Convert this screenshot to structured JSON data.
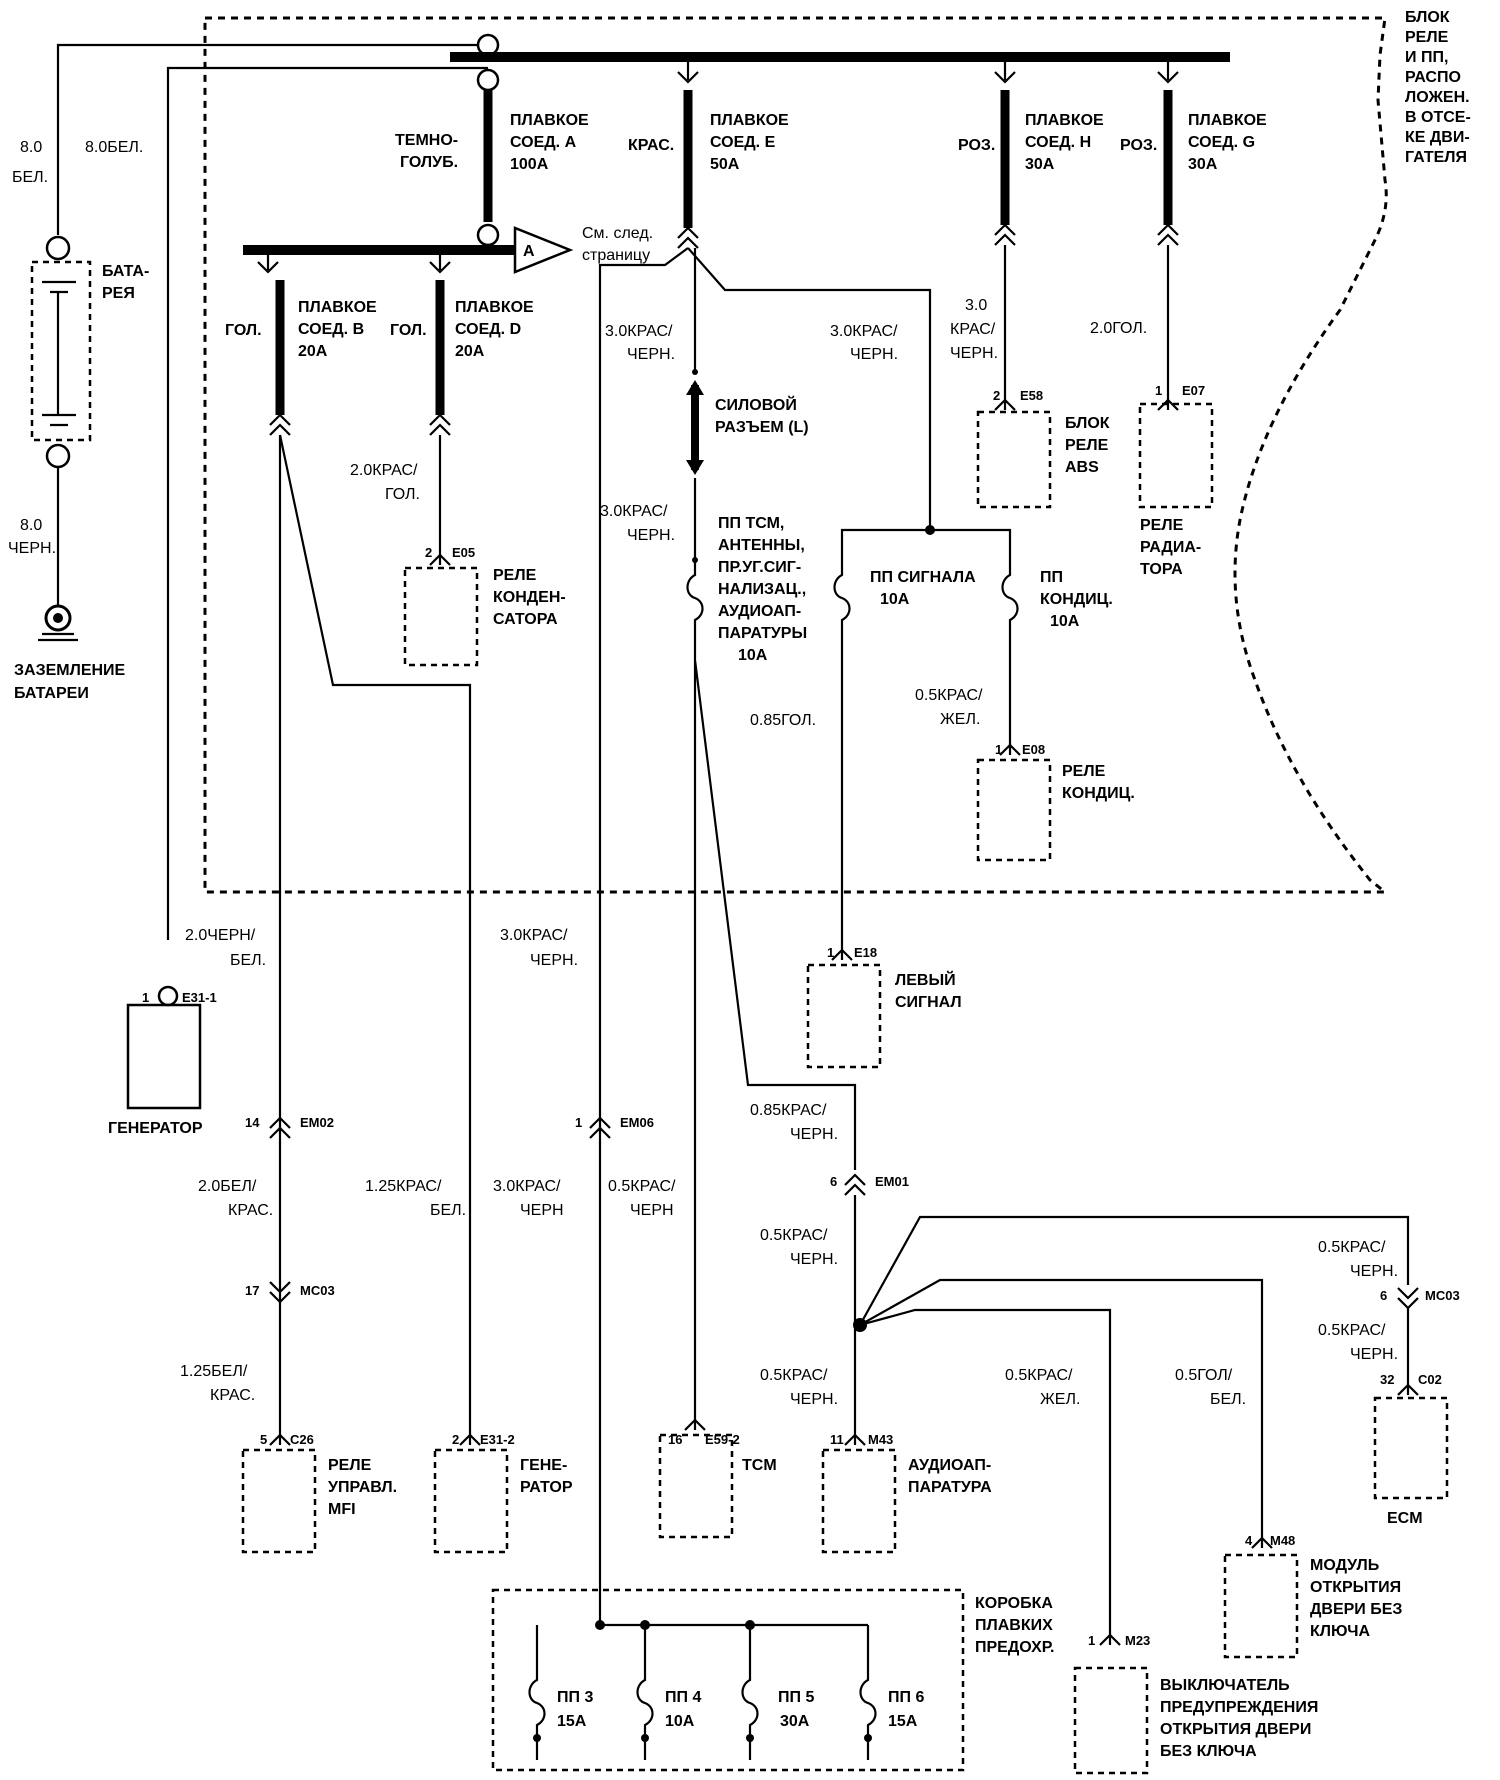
{
  "zone_label": [
    "БЛОК",
    "РЕЛЕ",
    "И ПП,",
    "РАСПО",
    "ЛОЖЕН.",
    "В ОТСЕ-",
    "КЕ ДВИ-",
    "ГАТЕЛЯ"
  ],
  "battery": {
    "wire_pos": [
      "8.0",
      "БЕЛ."
    ],
    "wire_alt": "8.0БЕЛ.",
    "label": [
      "БАТА-",
      "РЕЯ"
    ],
    "wire_neg": [
      "8.0",
      "ЧЕРН."
    ],
    "ground": [
      "ЗАЗЕМЛЕНИЕ",
      "БАТАРЕИ"
    ]
  },
  "fuses_top": {
    "a": {
      "color": [
        "ТЕМНО-",
        "ГОЛУБ."
      ],
      "label": [
        "ПЛАВКОЕ",
        "СОЕД. А",
        "100A"
      ]
    },
    "e": {
      "color": [
        "КРАС."
      ],
      "label": [
        "ПЛАВКОЕ",
        "СОЕД. Е",
        "50A"
      ]
    },
    "h": {
      "color": [
        "РОЗ."
      ],
      "label": [
        "ПЛАВКОЕ",
        "СОЕД. Н",
        "30A"
      ]
    },
    "g": {
      "color": [
        "РОЗ."
      ],
      "label": [
        "ПЛАВКОЕ",
        "СОЕД. G",
        "30A"
      ]
    }
  },
  "connector_a": {
    "letter": "A",
    "note": [
      "См. след.",
      "страницу"
    ]
  },
  "fuses_lower": {
    "b": {
      "color": "ГОЛ.",
      "label": [
        "ПЛАВКОЕ",
        "СОЕД. В",
        "20A"
      ]
    },
    "d": {
      "color": "ГОЛ.",
      "label": [
        "ПЛАВКОЕ",
        "СОЕД. D",
        "20A"
      ]
    }
  },
  "wires": {
    "e_left": [
      "3.0КРАС/",
      "ЧЕРН."
    ],
    "e_right": [
      "3.0КРАС/",
      "ЧЕРН."
    ],
    "h": [
      "3.0",
      "КРАС/",
      "ЧЕРН."
    ],
    "g": "2.0ГОЛ.",
    "d": [
      "2.0КРАС/",
      "ГОЛ."
    ],
    "tcm_in": [
      "3.0КРАС/",
      "ЧЕРН."
    ],
    "sig_out": "0.85ГОЛ.",
    "ac_out": [
      "0.5КРАС/",
      "ЖЕЛ."
    ],
    "gen_out": [
      "2.0ЧЕРН/",
      "БЕЛ."
    ],
    "left_down": [
      "3.0КРАС/",
      "ЧЕРН."
    ],
    "tcm_down": [
      "0.85КРАС/",
      "ЧЕРН."
    ],
    "em02_mc03": [
      "2.0БЕЛ/",
      "КРАС."
    ],
    "mc03_c26": [
      "1.25БЕЛ/",
      "КРАС."
    ],
    "gen2": [
      "1.25КРАС/",
      "БЕЛ."
    ],
    "em06_down": [
      "3.0КРАС/",
      "ЧЕРН"
    ],
    "tcm2": [
      "0.5КРАС/",
      "ЧЕРН"
    ],
    "em01_down": [
      "0.5КРАС/",
      "ЧЕРН."
    ],
    "m43": [
      "0.5КРАС/",
      "ЧЕРН."
    ],
    "m23": [
      "0.5КРАС/",
      "ЖЕЛ."
    ],
    "m48": [
      "0.5ГОЛ/",
      "БЕЛ."
    ],
    "ecm_top": [
      "0.5КРАС/",
      "ЧЕРН."
    ],
    "ecm_bot": [
      "0.5КРАС/",
      "ЧЕРН."
    ]
  },
  "power_connector": [
    "СИЛОВОЙ",
    "РАЗЪЕМ (L)"
  ],
  "fuse_tcm": [
    "ПП ТСМ,",
    "АНТЕННЫ,",
    "ПР.УГ.СИГ-",
    "НАЛИЗАЦ.,",
    "АУДИОАП-",
    "ПАРАТУРЫ",
    "10A"
  ],
  "fuse_signal": [
    "ПП СИГНАЛА",
    "10A"
  ],
  "fuse_ac": [
    "ПП",
    "КОНДИЦ.",
    "10A"
  ],
  "components": {
    "e58": {
      "pin": "2",
      "code": "E58",
      "label": [
        "БЛОК",
        "РЕЛЕ",
        "ABS"
      ]
    },
    "e07": {
      "pin": "1",
      "code": "E07",
      "label": [
        "РЕЛЕ",
        "РАДИА-",
        "ТОРА"
      ]
    },
    "e05": {
      "pin": "2",
      "code": "E05",
      "label": [
        "РЕЛЕ",
        "КОНДЕН-",
        "САТОРА"
      ]
    },
    "e08": {
      "pin": "1",
      "code": "E08",
      "label": [
        "РЕЛЕ",
        "КОНДИЦ."
      ]
    },
    "e18": {
      "pin": "1",
      "code": "E18",
      "label": [
        "ЛЕВЫЙ",
        "СИГНАЛ"
      ]
    },
    "e31a": {
      "pin": "1",
      "code": "E31-1",
      "label": [
        "ГЕНЕРАТОР"
      ]
    },
    "c26": {
      "pin": "5",
      "code": "C26",
      "label": [
        "РЕЛЕ",
        "УПРАВЛ.",
        "MFI"
      ]
    },
    "e31b": {
      "pin": "2",
      "code": "E31-2",
      "label": [
        "ГЕНЕ-",
        "РАТОР"
      ]
    },
    "e59": {
      "pin": "16",
      "code": "E59-2",
      "label": [
        "TCM"
      ]
    },
    "m43": {
      "pin": "11",
      "code": "M43",
      "label": [
        "АУДИОАП-",
        "ПАРАТУРА"
      ]
    },
    "c02": {
      "pin": "32",
      "code": "C02",
      "label": [
        "ECM"
      ]
    },
    "m48": {
      "pin": "4",
      "code": "M48",
      "label": [
        "МОДУЛЬ",
        "ОТКРЫТИЯ",
        "ДВЕРИ БЕЗ",
        "КЛЮЧА"
      ]
    },
    "m23": {
      "pin": "1",
      "code": "M23",
      "label": [
        "ВЫКЛЮЧАТЕЛЬ",
        "ПРЕДУПРЕЖДЕНИЯ",
        "ОТКРЫТИЯ ДВЕРИ",
        "БЕЗ КЛЮЧА"
      ]
    }
  },
  "connectors": {
    "em02": {
      "pin": "14",
      "code": "EM02"
    },
    "em06": {
      "pin": "1",
      "code": "EM06"
    },
    "em01": {
      "pin": "6",
      "code": "EM01"
    },
    "mc03_l": {
      "pin": "17",
      "code": "MC03"
    },
    "mc03_r": {
      "pin": "6",
      "code": "MC03"
    }
  },
  "fuse_box": {
    "label": [
      "КОРОБКА",
      "ПЛАВКИХ",
      "ПРЕДОХР."
    ],
    "fuses": [
      {
        "name": "ПП 3",
        "rating": "15A"
      },
      {
        "name": "ПП 4",
        "rating": "10A"
      },
      {
        "name": "ПП 5",
        "rating": "30A"
      },
      {
        "name": "ПП 6",
        "rating": "15A"
      }
    ]
  }
}
